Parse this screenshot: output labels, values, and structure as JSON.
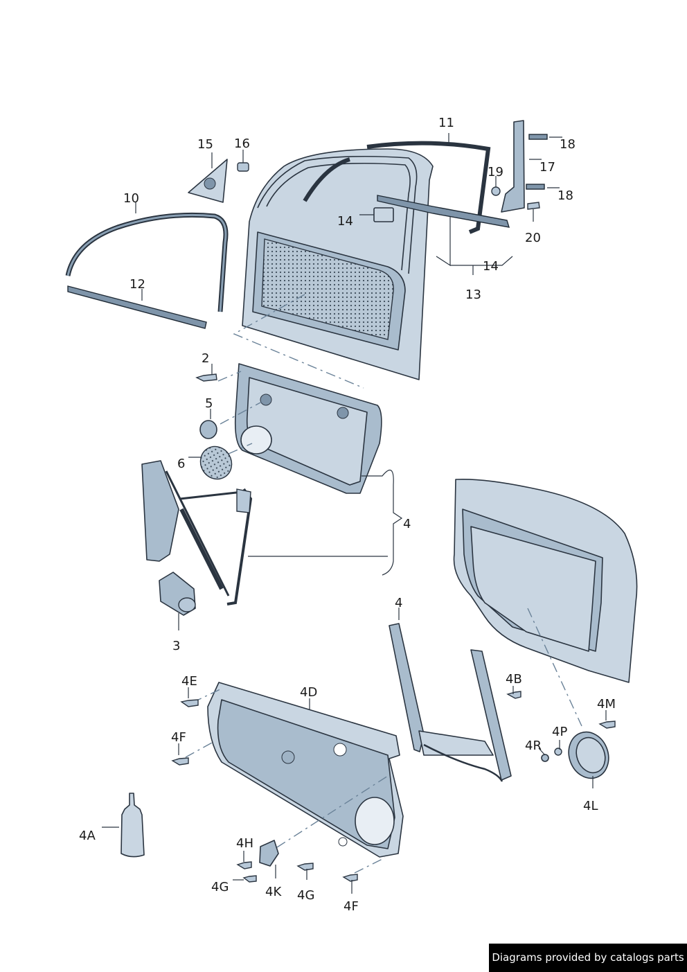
{
  "callouts": {
    "c2": "2",
    "c3": "3",
    "c4a": "4",
    "c4b": "4",
    "c5": "5",
    "c6": "6",
    "c10": "10",
    "c11": "11",
    "c12": "12",
    "c13": "13",
    "c14a": "14",
    "c14b": "14",
    "c15": "15",
    "c16": "16",
    "c17": "17",
    "c18a": "18",
    "c18b": "18",
    "c19": "19",
    "c20": "20",
    "c4A": "4A",
    "c4B": "4B",
    "c4D": "4D",
    "c4E": "4E",
    "c4Fa": "4F",
    "c4Fb": "4F",
    "c4Ga": "4G",
    "c4Gb": "4G",
    "c4H": "4H",
    "c4K": "4K",
    "c4L": "4L",
    "c4M": "4M",
    "c4P": "4P",
    "c4R": "4R"
  },
  "footer": {
    "credit": "Diagrams provided by catalogs parts"
  },
  "colors": {
    "part_fill": "#c9d6e2",
    "part_dark": "#a9bccd",
    "outline": "#2a3440",
    "credit_bg": "#000000"
  }
}
